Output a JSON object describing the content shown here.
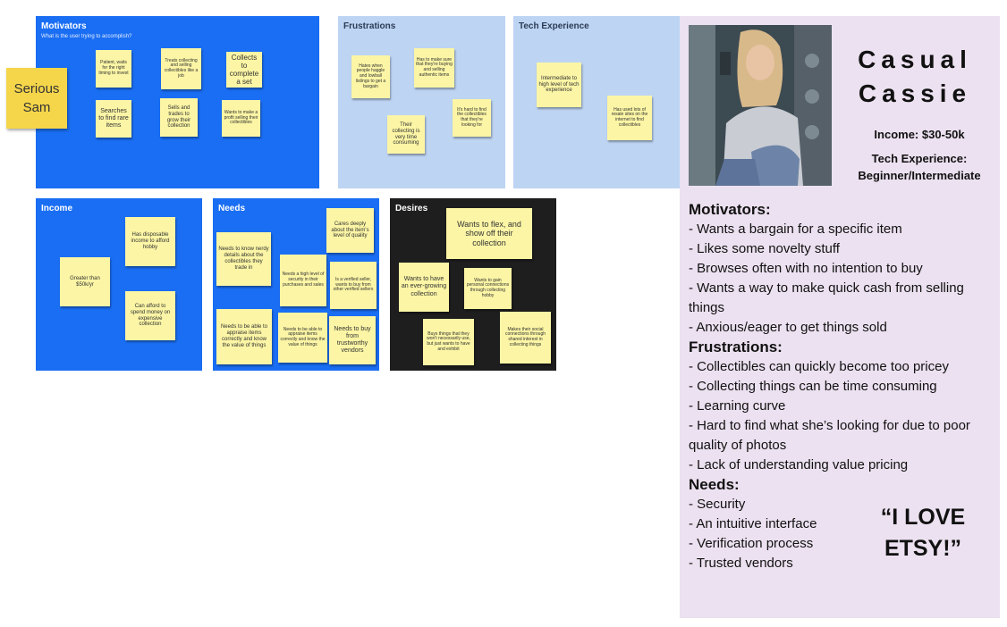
{
  "boards": {
    "motivators": {
      "title": "Motivators",
      "subtitle": "What is the user trying to accomplish?",
      "notes": [
        "Patient, waits for the right timing to invest",
        "Treats collecting and selling collectibles like a job",
        "Collects to complete a set",
        "Searches to find rare items",
        "Sells and trades to grow their collection",
        "Wants to make a profit selling their collectibles"
      ]
    },
    "frustrations": {
      "title": "Frustrations",
      "notes": [
        "Hates when people haggle and lowball listings to get a bargain",
        "Has to make sure that they're buying and selling authentic items",
        "It's hard to find the collectibles that they're looking for",
        "Their collecting is very time consuming"
      ]
    },
    "tech_experience": {
      "title": "Tech Experience",
      "notes": [
        "Intermediate to high level of tech experience",
        "Has used lots of resale sites on the internet to find collectibles"
      ]
    },
    "income": {
      "title": "Income",
      "notes": [
        "Has disposable income to afford hobby",
        "Greater than $50k/yr",
        "Can afford to spend money on expensive collection"
      ]
    },
    "needs": {
      "title": "Needs",
      "notes": [
        "Cares deeply about the item's level of quality",
        "Needs to know nerdy details about the collectibles they trade in",
        "Needs a high level of security in their purchases and sales",
        "Is a verified seller, wants to buy from other verified sellers",
        "Needs to be able to appraise items correctly and know the value of things",
        "Needs to be able to appraise items correctly and know the value of things",
        "Needs to buy from trustworthy vendors"
      ]
    },
    "desires": {
      "title": "Desires",
      "notes": [
        "Wants to flex, and show off their collection",
        "Wants to have an ever-growing collection",
        "Wants to gain personal connections through collecting hobby",
        "Buys things that they won't necessarily use, but just wants to have and exhibit",
        "Makes their social connections through shared interest in collecting things"
      ]
    }
  },
  "serious_sam": "Serious Sam",
  "persona": {
    "name_line1": "Casual",
    "name_line2": "Cassie",
    "income": "Income: $30-50k",
    "tech_line1": "Tech Experience:",
    "tech_line2": "Beginner/Intermediate",
    "motivators_heading": "Motivators:",
    "motivators": [
      "- Wants a bargain for a specific item",
      "- Likes some novelty stuff",
      "- Browses often with no intention to buy",
      "- Wants a way to make quick cash from selling things",
      "- Anxious/eager to get things sold"
    ],
    "frustrations_heading": "Frustrations:",
    "frustrations": [
      "- Collectibles can quickly become too pricey",
      "- Collecting things can be time consuming",
      "- Learning curve",
      "- Hard to find what she’s looking for due to poor quality of photos",
      "- Lack of understanding value pricing"
    ],
    "needs_heading": "Needs:",
    "needs": [
      "- Security",
      "- An intuitive interface",
      "- Verification process",
      "- Trusted vendors"
    ],
    "quote": "“I LOVE ETSY!”"
  }
}
